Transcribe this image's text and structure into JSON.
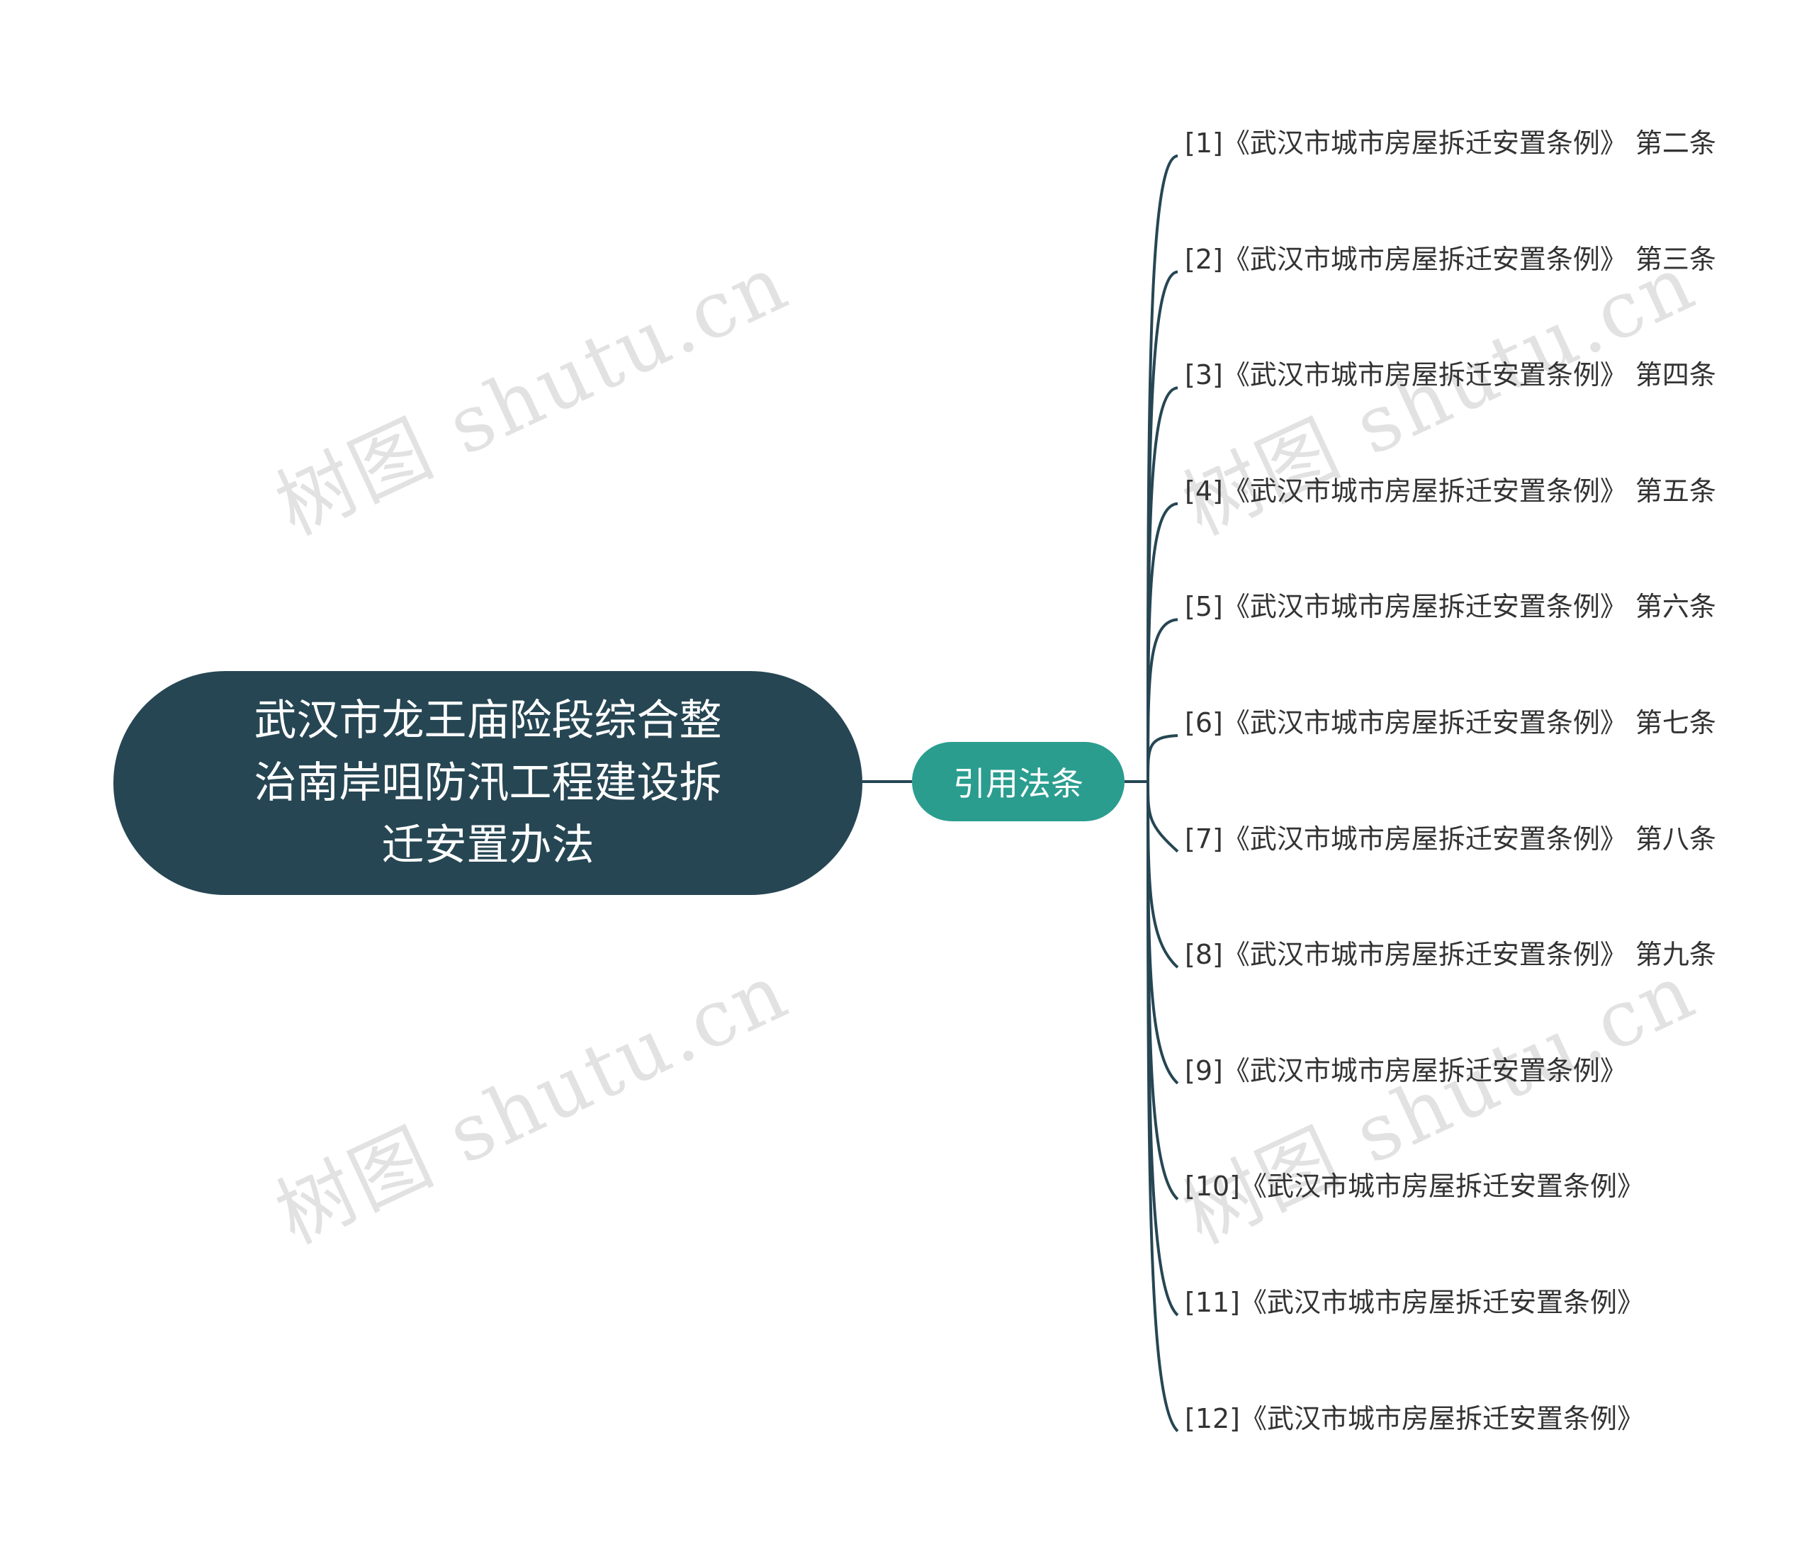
{
  "colors": {
    "root_fill": "#264653",
    "branch_fill": "#2a9d8f",
    "connector": "#264653",
    "leaf_text": "#333333",
    "watermark": "#969696"
  },
  "watermark": {
    "text": "树图 shutu.cn"
  },
  "root": {
    "label": "武汉市龙王庙险段综合整\n治南岸咀防汛工程建设拆\n迁安置办法"
  },
  "branch": {
    "label": "引用法条"
  },
  "leaves": [
    "[1]《武汉市城市房屋拆迁安置条例》 第二条",
    "[2]《武汉市城市房屋拆迁安置条例》 第三条",
    "[3]《武汉市城市房屋拆迁安置条例》 第四条",
    "[4]《武汉市城市房屋拆迁安置条例》 第五条",
    "[5]《武汉市城市房屋拆迁安置条例》 第六条",
    "[6]《武汉市城市房屋拆迁安置条例》 第七条",
    "[7]《武汉市城市房屋拆迁安置条例》 第八条",
    "[8]《武汉市城市房屋拆迁安置条例》 第九条",
    "[9]《武汉市城市房屋拆迁安置条例》",
    "[10]《武汉市城市房屋拆迁安置条例》",
    "[11]《武汉市城市房屋拆迁安置条例》",
    "[12]《武汉市城市房屋拆迁安置条例》"
  ]
}
